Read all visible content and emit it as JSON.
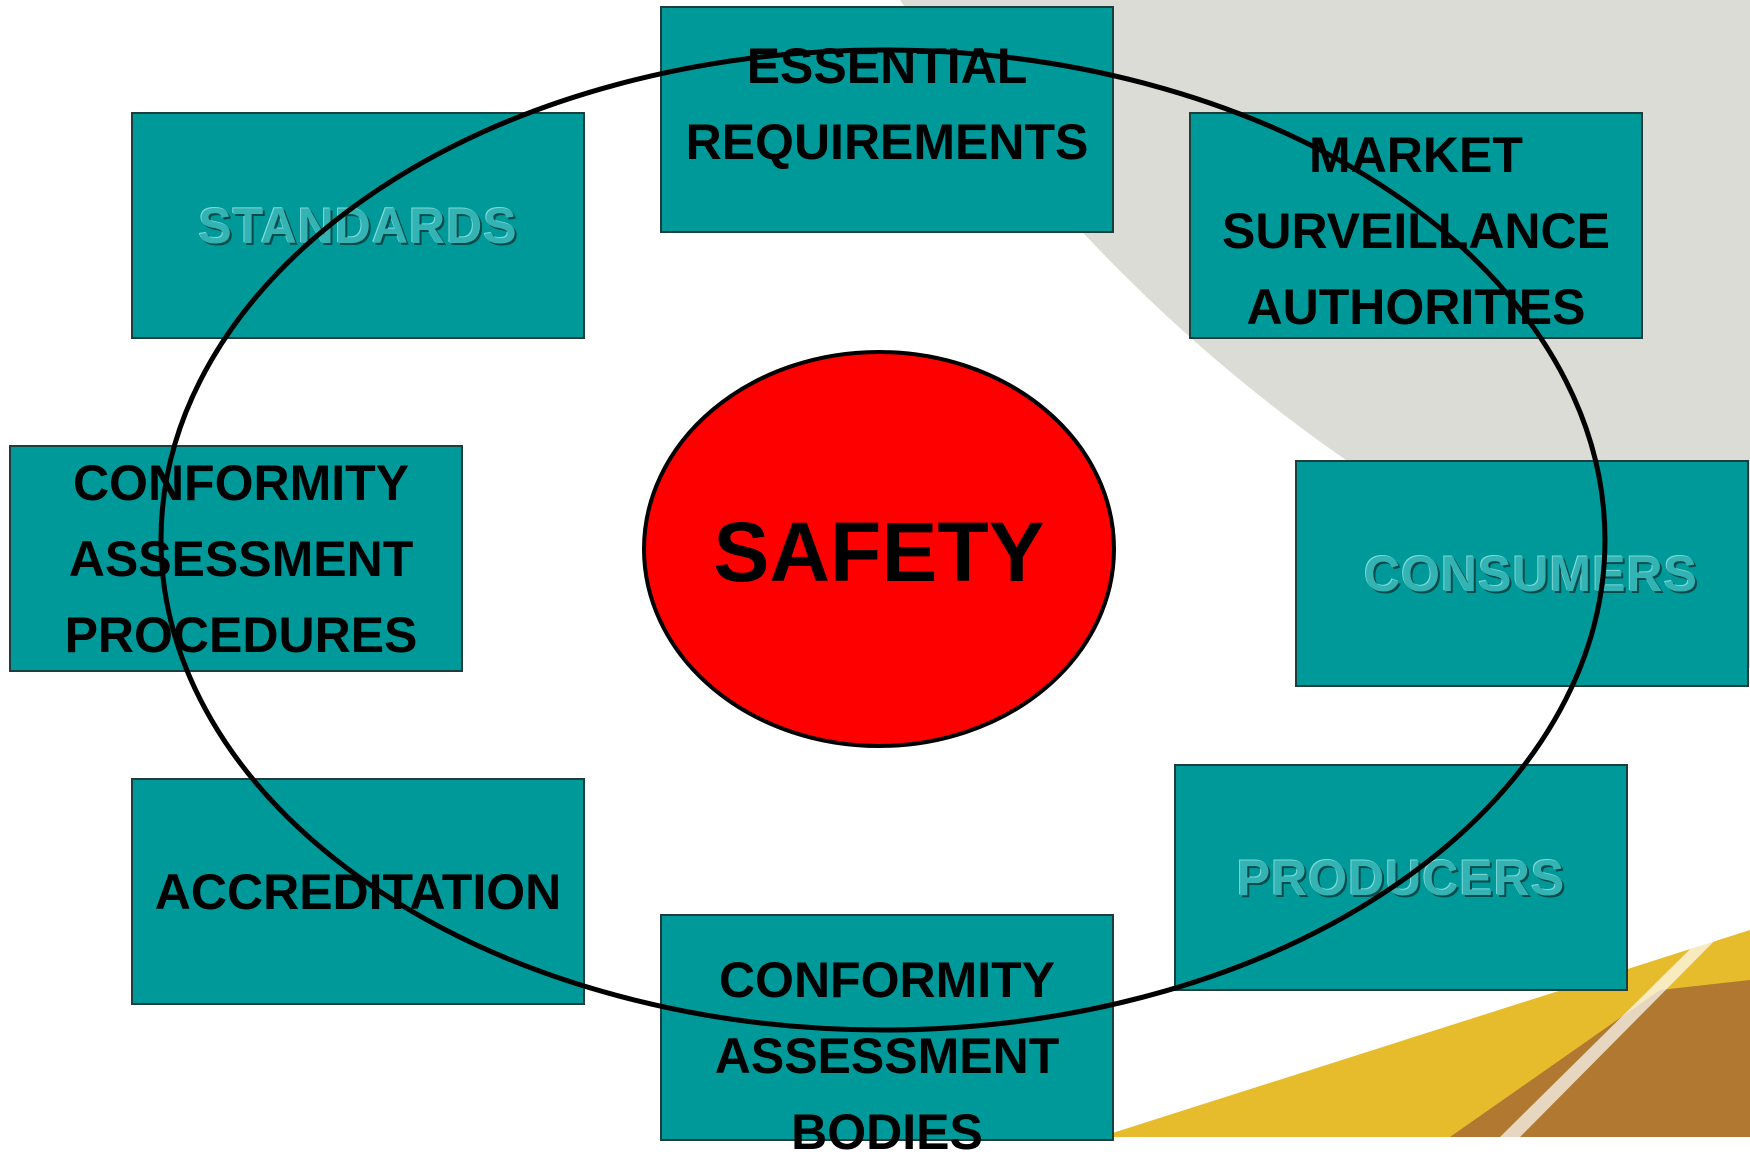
{
  "center": {
    "label": "SAFETY",
    "fill_color": "#ff0000"
  },
  "boxes": [
    {
      "id": "essential",
      "label": "ESSENTIAL\nREQUIREMENTS",
      "style": "normal"
    },
    {
      "id": "standards",
      "label": "STANDARDS",
      "style": "faded"
    },
    {
      "id": "market",
      "label": "MARKET\nSURVEILLANCE\nAUTHORITIES",
      "style": "normal"
    },
    {
      "id": "cap",
      "label": "CONFORMITY\nASSESSMENT\nPROCEDURES",
      "style": "normal"
    },
    {
      "id": "consumers",
      "label": "CONSUMERS",
      "style": "faded"
    },
    {
      "id": "accreditation",
      "label": "ACCREDITATION",
      "style": "normal"
    },
    {
      "id": "producers",
      "label": "PRODUCERS",
      "style": "faded"
    },
    {
      "id": "cab",
      "label": "CONFORMITY\nASSESSMENT\nBODIES",
      "style": "normal"
    }
  ],
  "colors": {
    "box_fill": "#009999",
    "box_border": "#1e3e3e",
    "faded_text": "#33b3b3",
    "background_gray": "#dcdcd6",
    "accent_gold": "#e6bb2c",
    "accent_brown": "#b07830"
  }
}
